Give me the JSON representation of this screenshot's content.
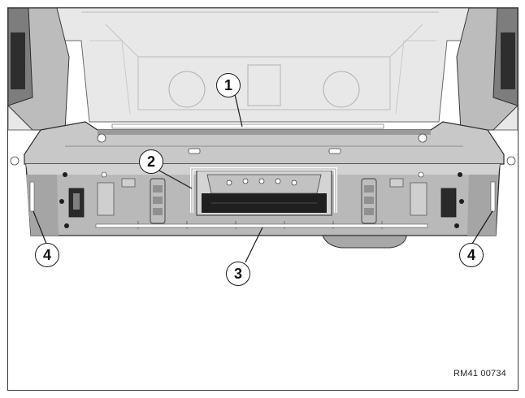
{
  "diagram": {
    "callouts": [
      {
        "id": "callout-1",
        "label": "1"
      },
      {
        "id": "callout-2",
        "label": "2"
      },
      {
        "id": "callout-3",
        "label": "3"
      },
      {
        "id": "callout-4-left",
        "label": "4"
      },
      {
        "id": "callout-4-right",
        "label": "4"
      }
    ],
    "figure_id": "RM41 00734"
  },
  "colors": {
    "panel_light": "#d6d6d6",
    "panel_mid": "#bdbdbd",
    "panel_dark": "#8e8e8e",
    "outline": "#2b2b2b",
    "highlight_strip": "#ffffff",
    "hole_dark": "#1e1e1e"
  }
}
